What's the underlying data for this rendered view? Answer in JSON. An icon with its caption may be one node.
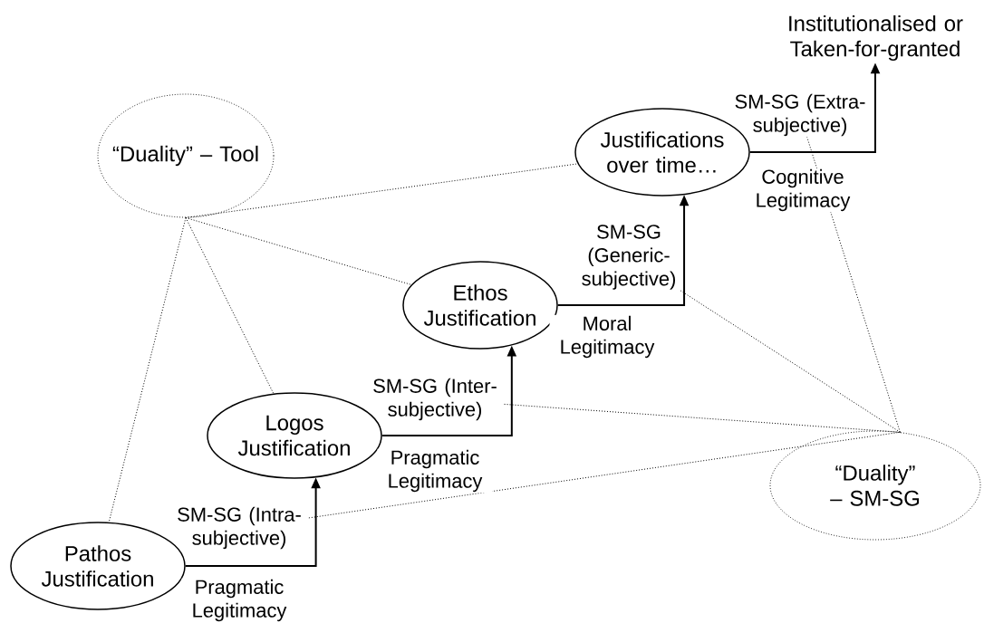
{
  "diagram": {
    "nodes": [
      {
        "text": [
          "“Duality” – Tool"
        ]
      },
      {
        "text": [
          "Justifications over time…"
        ]
      },
      {
        "text": [
          "Institutionalised or Taken-for-granted"
        ]
      },
      {
        "text": [
          "Ethos Justification"
        ]
      },
      {
        "text": [
          "Logos Justification"
        ]
      },
      {
        "text": [
          "Pathos Justification"
        ]
      },
      {
        "text": [
          "“Duality” – SM-SG"
        ]
      },
      {
        "text": [
          "SM-SG (Intra-subjective)"
        ]
      },
      {
        "text": [
          "SM-SG (Inter-subjective)"
        ]
      },
      {
        "text": [
          "SM-SG (Generic-subjective)"
        ]
      },
      {
        "text": [
          "SM-SG (Extra-subjective)"
        ]
      }
    ],
    "edges": [
      {
        "from": 5,
        "to": 4,
        "arrow": "to",
        "label": "Pragmatic Legitimacy"
      },
      {
        "from": 4,
        "to": 3,
        "arrow": "to",
        "label": "Pragmatic Legitimacy"
      },
      {
        "from": 3,
        "to": 1,
        "arrow": "to",
        "label": "Moral Legitimacy"
      },
      {
        "from": 1,
        "to": 2,
        "arrow": "to",
        "label": "Cognitive Legitimacy"
      },
      {
        "from": 0,
        "to": 1,
        "arrow": "none",
        "style": "dashed"
      },
      {
        "from": 0,
        "to": 3,
        "arrow": "none",
        "style": "dashed"
      },
      {
        "from": 0,
        "to": 4,
        "arrow": "none",
        "style": "dashed"
      },
      {
        "from": 0,
        "to": 5,
        "arrow": "none",
        "style": "dashed"
      },
      {
        "from": 6,
        "to": 10,
        "arrow": "none",
        "style": "dashed"
      },
      {
        "from": 6,
        "to": 9,
        "arrow": "none",
        "style": "dashed"
      },
      {
        "from": 6,
        "to": 8,
        "arrow": "none",
        "style": "dashed"
      },
      {
        "from": 6,
        "to": 7,
        "arrow": "none",
        "style": "dashed"
      }
    ]
  }
}
